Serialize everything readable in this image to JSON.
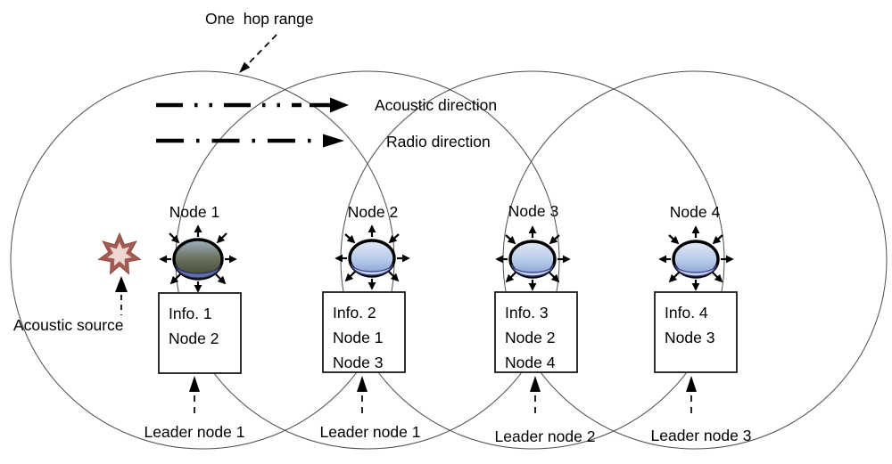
{
  "annotations": {
    "one_hop_range": "One  hop range",
    "acoustic_source": "Acoustic source"
  },
  "legend": {
    "acoustic_label": "Acoustic direction",
    "radio_label": "Radio direction"
  },
  "nodes": [
    {
      "label": "Node 1",
      "info_lines": [
        "Info. 1",
        "Node 2"
      ],
      "leader_label": "Leader node 1"
    },
    {
      "label": "Node 2",
      "info_lines": [
        "Info. 2",
        "Node 1",
        "Node 3"
      ],
      "leader_label": "Leader node 1"
    },
    {
      "label": "Node 3",
      "info_lines": [
        "Info. 3",
        "Node 2",
        "Node 4"
      ],
      "leader_label": "Leader node 2"
    },
    {
      "label": "Node 4",
      "info_lines": [
        "Info. 4",
        "Node 3"
      ],
      "leader_label": "Leader node 3"
    }
  ],
  "colors": {
    "range_circle_stroke": "#4d4d4d",
    "source_star_outer": "#a25b52",
    "source_star_inner": "#eed6d2",
    "node1_disk_top": "#9db1c2",
    "node1_disk_bottom": "#3c452f",
    "node_disk_top": "#e2eaf7",
    "node_disk_bottom": "#7e9cd0",
    "disk_rim_line": "#3c3c80"
  }
}
